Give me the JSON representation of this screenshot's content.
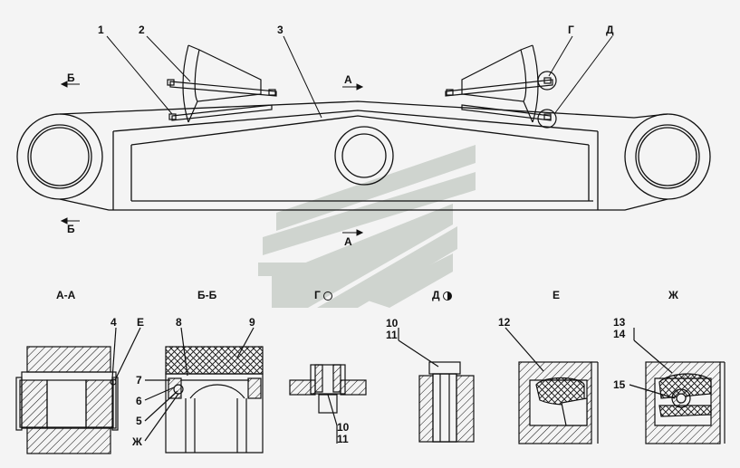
{
  "callouts": {
    "c1": "1",
    "c2": "2",
    "c3": "3",
    "c_g": "Г",
    "c_d": "Д",
    "c4": "4",
    "c_e": "Е",
    "c8": "8",
    "c9": "9",
    "c7": "7",
    "c6": "6",
    "c5": "5",
    "c_zh": "Ж",
    "c10a": "10",
    "c11a": "11",
    "c10b": "10",
    "c11b": "11",
    "c12": "12",
    "c13": "13",
    "c14": "14",
    "c15": "15"
  },
  "section_marks": {
    "b_top": "Б",
    "b_bottom": "Б",
    "a_top": "А",
    "a_bottom": "А"
  },
  "view_titles": {
    "aa": "А-А",
    "bb": "Б-Б",
    "g": "Г",
    "d": "Д",
    "e": "Е",
    "zh": "Ж"
  },
  "colors": {
    "line": "#111111",
    "background": "#f4f4f4",
    "watermark": "#c9cfc9"
  }
}
